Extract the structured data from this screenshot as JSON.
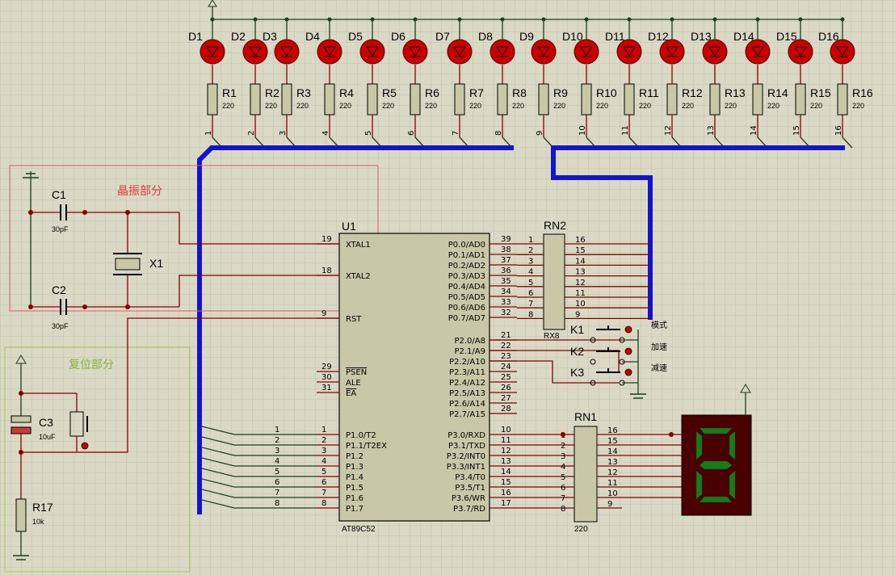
{
  "colors": {
    "background": "#d9d9c6",
    "grid": "#bdbda8",
    "bus": "#1414c8",
    "wire": "#8a0000",
    "body": "#c8c8a8",
    "led": "#c80000"
  },
  "leds": [
    "D1",
    "D2",
    "D3",
    "D4",
    "D5",
    "D6",
    "D7",
    "D8",
    "D9",
    "D10",
    "D11",
    "D12",
    "D13",
    "D14",
    "D15",
    "D16"
  ],
  "resistors": [
    {
      "ref": "R1",
      "value": "220",
      "net": "1"
    },
    {
      "ref": "R2",
      "value": "220",
      "net": "2"
    },
    {
      "ref": "R3",
      "value": "220",
      "net": "3"
    },
    {
      "ref": "R4",
      "value": "220",
      "net": "4"
    },
    {
      "ref": "R5",
      "value": "220",
      "net": "5"
    },
    {
      "ref": "R6",
      "value": "220",
      "net": "6"
    },
    {
      "ref": "R7",
      "value": "220",
      "net": "7"
    },
    {
      "ref": "R8",
      "value": "220",
      "net": "8"
    },
    {
      "ref": "R9",
      "value": "220",
      "net": "9"
    },
    {
      "ref": "R10",
      "value": "220",
      "net": "10"
    },
    {
      "ref": "R11",
      "value": "220",
      "net": "11"
    },
    {
      "ref": "R12",
      "value": "220",
      "net": "12"
    },
    {
      "ref": "R13",
      "value": "220",
      "net": "13"
    },
    {
      "ref": "R14",
      "value": "220",
      "net": "14"
    },
    {
      "ref": "R15",
      "value": "220",
      "net": "15"
    },
    {
      "ref": "R16",
      "value": "220",
      "net": "16"
    }
  ],
  "crystal_section": {
    "label": "晶振部分",
    "c1": "C1",
    "c1_value": "30pF",
    "c2": "C2",
    "c2_value": "30pF",
    "x1": "X1"
  },
  "reset_section": {
    "label": "复位部分",
    "c3": "C3",
    "c3_value": "10uF",
    "r17": "R17",
    "r17_value": "10k"
  },
  "mcu": {
    "ref": "U1",
    "part": "AT89C52",
    "left_pins": [
      {
        "num": "19",
        "name": "XTAL1"
      },
      {
        "num": "18",
        "name": "XTAL2"
      },
      {
        "num": "9",
        "name": "RST"
      },
      {
        "num": "29",
        "name": "PSEN"
      },
      {
        "num": "30",
        "name": "ALE"
      },
      {
        "num": "31",
        "name": "EA"
      },
      {
        "num": "1",
        "name": "P1.0/T2"
      },
      {
        "num": "2",
        "name": "P1.1/T2EX"
      },
      {
        "num": "3",
        "name": "P1.2"
      },
      {
        "num": "4",
        "name": "P1.3"
      },
      {
        "num": "5",
        "name": "P1.4"
      },
      {
        "num": "6",
        "name": "P1.5"
      },
      {
        "num": "7",
        "name": "P1.6"
      },
      {
        "num": "8",
        "name": "P1.7"
      }
    ],
    "right_pins": [
      {
        "num": "39",
        "name": "P0.0/AD0"
      },
      {
        "num": "38",
        "name": "P0.1/AD1"
      },
      {
        "num": "37",
        "name": "P0.2/AD2"
      },
      {
        "num": "36",
        "name": "P0.3/AD3"
      },
      {
        "num": "35",
        "name": "P0.4/AD4"
      },
      {
        "num": "34",
        "name": "P0.5/AD5"
      },
      {
        "num": "33",
        "name": "P0.6/AD6"
      },
      {
        "num": "32",
        "name": "P0.7/AD7"
      },
      {
        "num": "21",
        "name": "P2.0/A8"
      },
      {
        "num": "22",
        "name": "P2.1/A9"
      },
      {
        "num": "23",
        "name": "P2.2/A10"
      },
      {
        "num": "24",
        "name": "P2.3/A11"
      },
      {
        "num": "25",
        "name": "P2.4/A12"
      },
      {
        "num": "26",
        "name": "P2.5/A13"
      },
      {
        "num": "27",
        "name": "P2.6/A14"
      },
      {
        "num": "28",
        "name": "P2.7/A15"
      },
      {
        "num": "10",
        "name": "P3.0/RXD"
      },
      {
        "num": "11",
        "name": "P3.1/TXD"
      },
      {
        "num": "12",
        "name": "P3.2/INT0"
      },
      {
        "num": "13",
        "name": "P3.3/INT1"
      },
      {
        "num": "14",
        "name": "P3.4/T0"
      },
      {
        "num": "15",
        "name": "P3.5/T1"
      },
      {
        "num": "16",
        "name": "P3.6/WR"
      },
      {
        "num": "17",
        "name": "P3.7/RD"
      }
    ],
    "p1_nets": [
      "1",
      "2",
      "3",
      "4",
      "5",
      "6",
      "7",
      "8"
    ]
  },
  "rn2": {
    "ref": "RN2",
    "part": "RX8",
    "left": [
      "1",
      "2",
      "3",
      "4",
      "5",
      "6",
      "7",
      "8"
    ],
    "right": [
      "16",
      "15",
      "14",
      "13",
      "12",
      "11",
      "10",
      "9"
    ]
  },
  "rn1": {
    "ref": "RN1",
    "value": "220",
    "left": [
      "1",
      "2",
      "3",
      "4",
      "5",
      "6",
      "7",
      "8"
    ],
    "right": [
      "16",
      "15",
      "14",
      "13",
      "12",
      "11",
      "10",
      "9"
    ]
  },
  "buttons": [
    {
      "ref": "K1",
      "label": "模式"
    },
    {
      "ref": "K2",
      "label": "加速"
    },
    {
      "ref": "K3",
      "label": "减速"
    }
  ]
}
